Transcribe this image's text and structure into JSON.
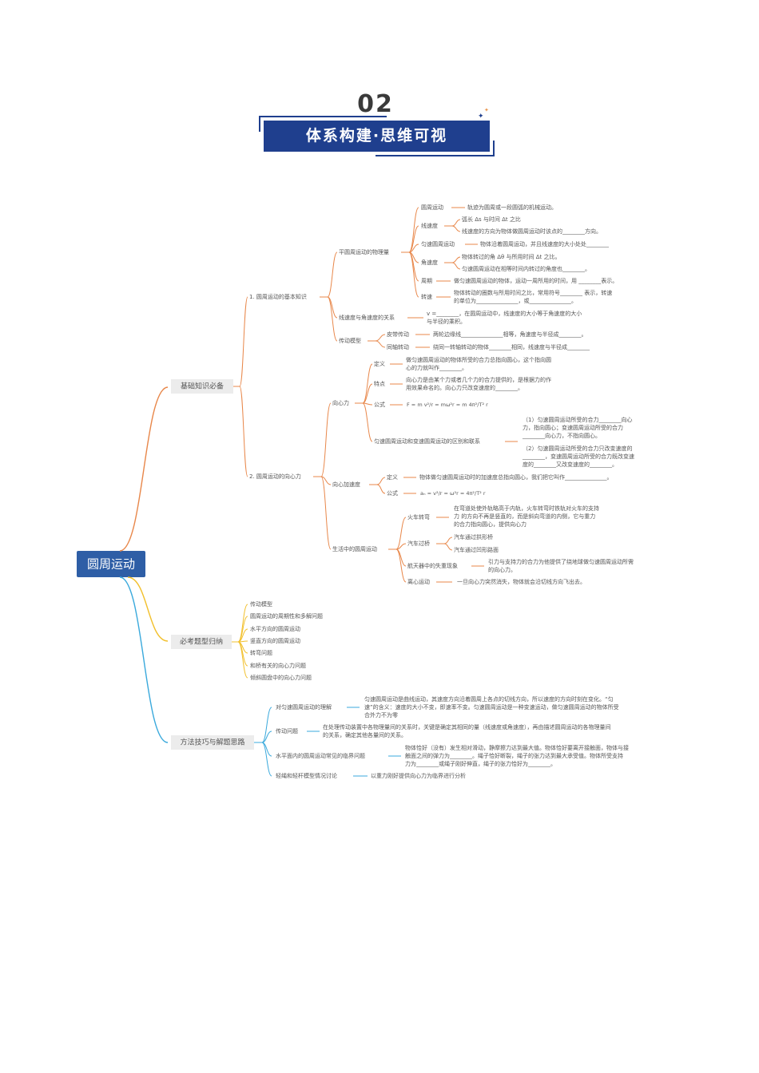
{
  "header": {
    "number": "02",
    "title": "体系构建·思维可视",
    "deco_left": "✦",
    "deco_right": "✦"
  },
  "colors": {
    "root_bg": "#2e5ea6",
    "branch_orange": "#e8874a",
    "branch_yellow": "#f2c02d",
    "branch_blue": "#3aa9dc",
    "node_bg": "#ececec",
    "text": "#555555"
  },
  "mindmap": {
    "root": "圆周运动",
    "b1": {
      "label": "基础知识必备",
      "s1": {
        "label": "1. 圆周运动的基本知识",
        "g1": {
          "label": "平圆周运动的物理量",
          "yzyd": {
            "label": "圆周运动",
            "text": "轨迹为圆周或一段圆弧的机械运动。"
          },
          "xsd": {
            "label": "线速度",
            "l1": "弧长  Δs  与时间  Δt  之比",
            "l2": "线速度的方向为物体做圆周运动时该点的________方向。"
          },
          "yszd": {
            "label": "匀速圆周运动",
            "text": "物体沿着圆周运动，并且线速度的大小处处________"
          },
          "jsd": {
            "label": "角速度",
            "l1": "物体转过的角  Δθ  与所用时间  Δt  之比。",
            "l2": "匀速圆周运动在相等时间内转过的角度也________。"
          },
          "zq": {
            "label": "周期",
            "text": "做匀速圆周运动的物体，运动一周所用的时间，用 ________表示。"
          },
          "zs": {
            "label": "转速",
            "l1": "物体转动的圈数与所用时间之比，常用符号________  表示，转速",
            "l2": "的单位为_______________，或_______________。"
          }
        },
        "g2": {
          "label": "线速度与角速度的关系",
          "l1": "v  =________，在圆周运动中，线速度的大小等于角速度的大小",
          "l2": "与半径的乘积。"
        },
        "g3": {
          "label": "传动模型",
          "pd": {
            "label": "皮带传动",
            "text": "两轮边缘线_______________相等，角速度与半径成________。"
          },
          "tz": {
            "label": "同轴转动",
            "text": "绕同一转轴转动的物体________相同，线速度与半径成________"
          }
        }
      },
      "s2": {
        "label": "2. 圆周运动的向心力",
        "xxl": {
          "label": "向心力",
          "dy": {
            "label": "定义",
            "l1": "做匀速圆周运动的物体所受的合力总指向圆心，这个指向圆",
            "l2": "心的力就叫作________。"
          },
          "td": {
            "label": "特点",
            "l1": "向心力是由某个力或者几个力的合力提供的，是根据力的作",
            "l2": "用效果命名的。向心力只改变速度的________。"
          },
          "gs": {
            "label": "公式",
            "formula": "F = m v²/r = mω²r = m 4π²/T² r"
          },
          "qb": {
            "label": "匀速圆周运动和变速圆周运动的区别和联系",
            "p1": "（1）匀速圆周运动所受的合力________向心",
            "p2": "力，指向圆心；变速圆周运动所受的合力",
            "p3": "________向心力，不指向圆心。",
            "p4": "（2）匀速圆周运动所受的合力只改变速度的",
            "p5": "________，变速圆周运动所受的合力既改变速",
            "p6": "度的________又改变速度的________。"
          }
        },
        "xxjsd": {
          "label": "向心加速度",
          "dy": {
            "label": "定义",
            "text": "物体做匀速圆周运动时的加速度总指向圆心，我们把它叫作_______________。"
          },
          "gs": {
            "label": "公式",
            "formula": "aₙ = v²/r = ω²r = 4π²/T² r"
          }
        },
        "sh": {
          "label": "生活中的圆周运动",
          "hc": {
            "label": "火车转弯",
            "l1": "在弯道处使外轨略高于内轨，火车转弯时铁轨对火车的支持",
            "l2": "力 的方向不再是竖直的，而是斜向弯道的内侧，它与重力",
            "l3": "的合力指向圆心，提供向心力"
          },
          "qc": {
            "label": "汽车过桥",
            "l1": "汽车通过拱形桥",
            "l2": "汽车通过凹形路面"
          },
          "ht": {
            "label": "航天器中的失重现象",
            "l1": "引力与支持力的合力为他提供了绕地球做匀速圆周运动所需",
            "l2": "的向心力。"
          },
          "lx": {
            "label": "离心运动",
            "text": "一旦向心力突然消失，物体就会沿切线方向飞出去。"
          }
        }
      }
    },
    "b2": {
      "label": "必考题型归纳",
      "items": [
        "传动模型",
        "圆周运动的周期性和多解问题",
        "水平方向的圆周运动",
        "竖直方向的圆周运动",
        "转弯问题",
        "和桥有关的向心力问题",
        "倾斜圆盘中的向心力问题"
      ]
    },
    "b3": {
      "label": "方法技巧与解题思路",
      "m1": {
        "label": "对匀速圆周运动的理解",
        "l1": "匀速圆周运动是曲线运动，其速度方向沿着圆周上各点的切线方向，所以速度的方向时刻在变化。“匀",
        "l2": "速”的含义：速度的大小不变，即速率不变。匀速圆周运动是一种变速运动，做匀速圆周运动的物体所受",
        "l3": "合外力不为零"
      },
      "m2": {
        "label": "传动问题",
        "l1": "在处理传动装置中各物理量间的关系时，关键是确定其相同的量（线速度或角速度），再由描述圆周运动的各物理量间",
        "l2": "的关系，确定其他各量间的关系。"
      },
      "m3": {
        "label": "水平面内的圆周运动常见的临界问题",
        "l1": "物体恰好（没有）发生相对滑动，静摩擦力达到最大值。物体恰好要离开接触面，物体与接",
        "l2": "触面之间的弹力为________。绳子恰好断裂，绳子的张力达到最大承受值。物体所受支持",
        "l3": "力为________或绳子刚好伸直，绳子的张力恰好为________。"
      },
      "m4": {
        "label": "轻绳和轻杆模型情况讨论",
        "text": "以重力刚好提供向心力为临界进行分析"
      }
    }
  }
}
